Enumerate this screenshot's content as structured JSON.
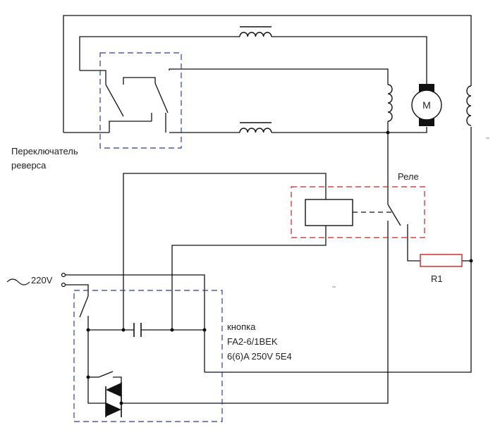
{
  "labels": {
    "switch_line1": "Переключатель",
    "switch_line2": "реверса",
    "relay": "Реле",
    "motor": "M",
    "resistor": "R1",
    "voltage": "220V",
    "button_line1": "кнопка",
    "button_line2": "FA2-6/1BEK",
    "button_line3": "6(6)A 250V 5E4"
  },
  "colors": {
    "wire": "#111111",
    "switch_box": "#2b3f8f",
    "relay_box": "#cc2222",
    "button_box": "#2b3f8f",
    "resistor": "#cc2222"
  }
}
